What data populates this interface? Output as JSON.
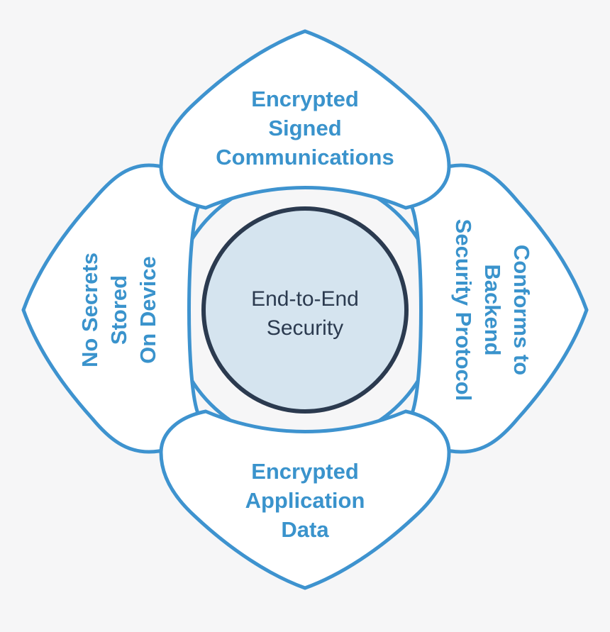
{
  "colors": {
    "background": "#f6f6f7",
    "petal_fill": "#ffffff",
    "petal_stroke": "#3e93cf",
    "petal_text": "#3a93cc",
    "center_fill": "#d5e4ef",
    "center_stroke": "#2b3a4f",
    "center_text": "#2b3a4f"
  },
  "center": {
    "lines": [
      "End-to-End",
      "Security"
    ]
  },
  "petals": {
    "top": {
      "lines": [
        "Encrypted",
        "Signed",
        "Communications"
      ]
    },
    "right": {
      "lines": [
        "Conforms to",
        "Backend",
        "Security Protocol"
      ]
    },
    "bottom": {
      "lines": [
        "Encrypted",
        "Application",
        "Data"
      ]
    },
    "left": {
      "lines": [
        "No Secrets",
        "Stored",
        "On Device"
      ]
    }
  }
}
